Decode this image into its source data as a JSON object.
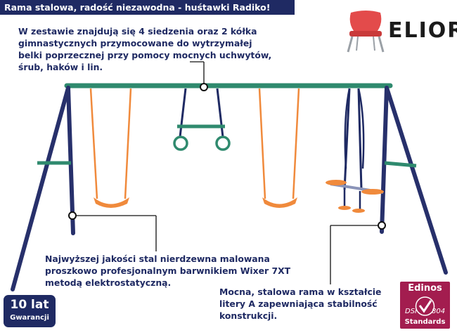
{
  "header": {
    "title": "Rama stalowa, radość niezawodna - huśtawki Radiko!"
  },
  "brand": {
    "name": "ELIOR",
    "icon": "chair-icon"
  },
  "notes": {
    "top": "W zestawie znajdują się 4 siedzenia oraz 2 kółka\ngimnastycznych przymocowane do wytrzymałej\nbelki poprzecznej przy pomocy mocnych uchwytów,\nśrub, haków i lin.",
    "middle": "Najwyższej jakości stal nierdzewna malowana\nproszkowo profesjonalnym barwnikiem Wixer 7XT\nmetodą elektrostatyczną.",
    "bottom": "Mocna, stalowa rama w kształcie\nlitery A zapewniająca stabilność\nkonstrukcji."
  },
  "warranty": {
    "value": "10 lat",
    "label": "Gwarancji"
  },
  "certificate": {
    "brand": "Edinos",
    "left_mark": "DSI",
    "right_mark": "804",
    "label": "Standards"
  },
  "colors": {
    "navy": "#1f2a63",
    "green": "#2f8a6e",
    "orange": "#f08a3c",
    "badge": "#a31d4f"
  }
}
